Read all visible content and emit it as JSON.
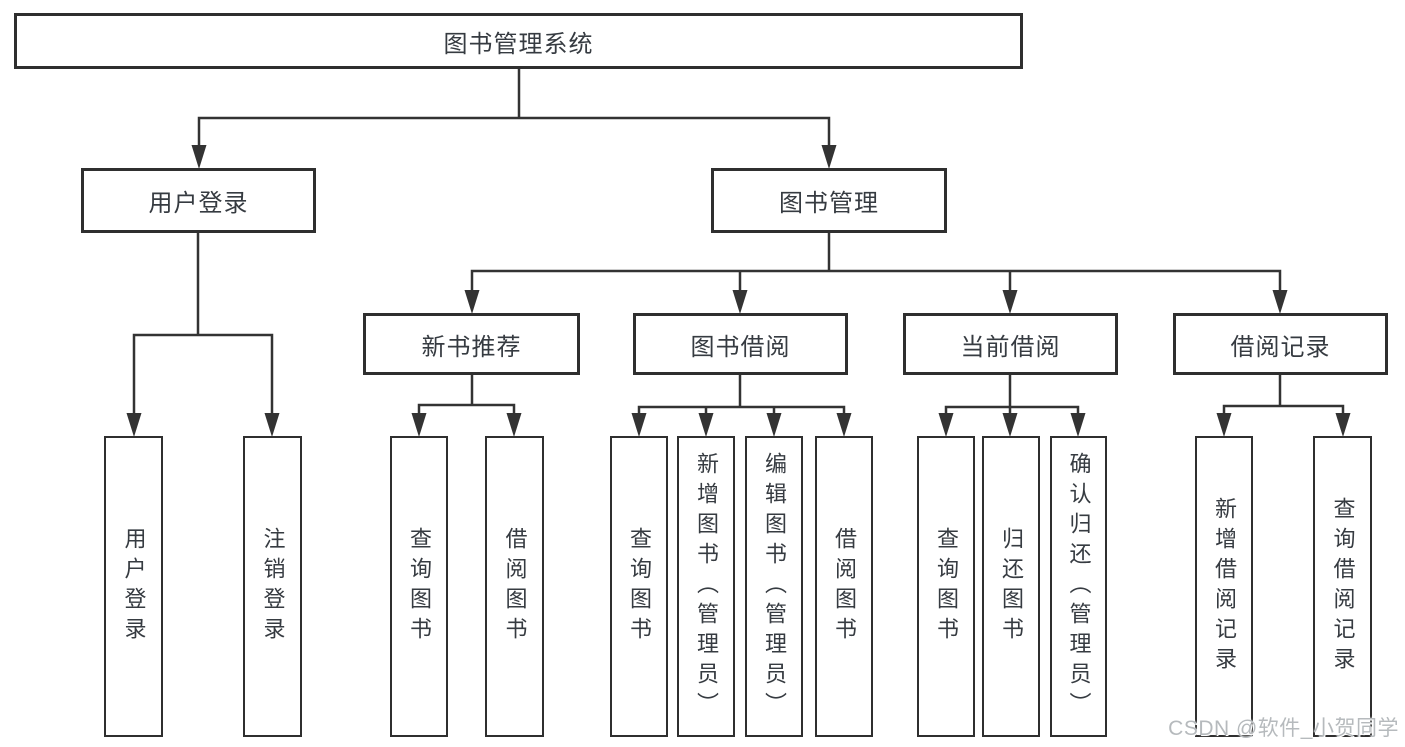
{
  "diagram": {
    "root": {
      "label": "图书管理系统"
    },
    "branches": {
      "user_login": {
        "label": "用户登录",
        "children": {
          "login": {
            "label": "用户登录"
          },
          "logout": {
            "label": "注销登录"
          }
        }
      },
      "book_management": {
        "label": "图书管理",
        "children": {
          "new_book_recommend": {
            "label": "新书推荐",
            "children": {
              "query": {
                "label": "查询图书"
              },
              "borrow": {
                "label": "借阅图书"
              }
            }
          },
          "book_borrowing": {
            "label": "图书借阅",
            "children": {
              "query": {
                "label": "查询图书"
              },
              "add": {
                "label": "新增图书（管理员）"
              },
              "edit": {
                "label": "编辑图书（管理员）"
              },
              "borrow": {
                "label": "借阅图书"
              }
            }
          },
          "current_borrowing": {
            "label": "当前借阅",
            "children": {
              "query": {
                "label": "查询图书"
              },
              "return": {
                "label": "归还图书"
              },
              "confirm": {
                "label": "确认归还（管理员）"
              }
            }
          },
          "borrowing_records": {
            "label": "借阅记录",
            "children": {
              "add": {
                "label": "新增借阅记录"
              },
              "query": {
                "label": "查询借阅记录"
              }
            }
          }
        }
      }
    }
  },
  "watermark": {
    "text": "CSDN @软件_小贺同学"
  },
  "colors": {
    "line": "#333333",
    "box_border": "#2f2f2f",
    "text": "#363b41",
    "watermark": "#b6babd",
    "background": "#ffffff"
  }
}
